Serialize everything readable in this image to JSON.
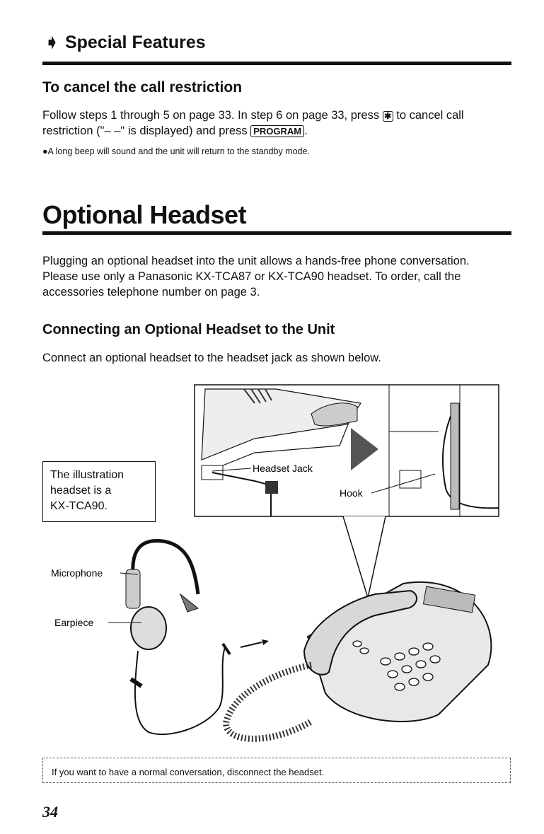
{
  "header": {
    "arrow": "➧",
    "title": "Special Features"
  },
  "cancel": {
    "heading": "To cancel the call restriction",
    "para_part1": "Follow steps 1 through 5 on page 33. In step 6 on page 33, press ",
    "star_key": "✱",
    "para_part2": " to cancel call restriction (\"– –\" is displayed) and press ",
    "program_key": "PROGRAM",
    "para_part3": ".",
    "bullet": "●A long beep will sound and the unit will return to the standby mode."
  },
  "headset": {
    "title": "Optional Headset",
    "intro": "Plugging an optional headset into the unit allows a hands-free phone conversation. Please use only a Panasonic KX-TCA87 or KX-TCA90 headset. To order, call the accessories telephone number on page 3.",
    "connect_heading": "Connecting an Optional Headset to the Unit",
    "connect_text": "Connect an optional headset to the headset jack as shown below."
  },
  "note_box": {
    "line1": "The illustration",
    "line2": "headset is a",
    "line3": "KX-TCA90."
  },
  "illustration": {
    "label_headset_jack": "Headset Jack",
    "label_hook": "Hook",
    "label_microphone": "Microphone",
    "label_earpiece": "Earpiece"
  },
  "footer_note": "If you want to have a normal conversation, disconnect the headset.",
  "page_number": "34"
}
